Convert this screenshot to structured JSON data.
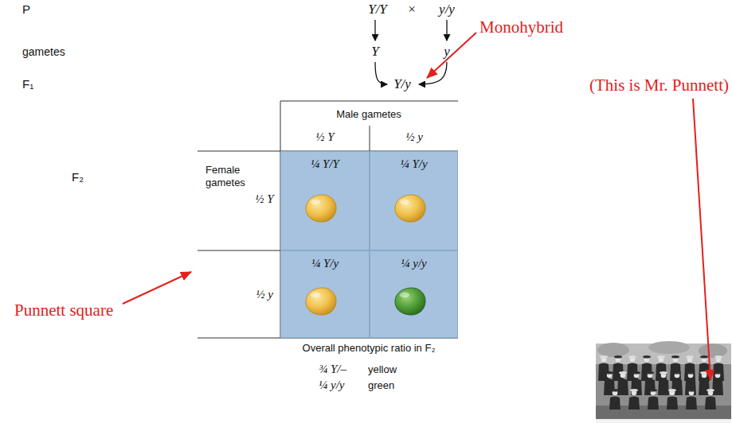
{
  "diagram": {
    "nodes": [
      {
        "text": [
          "¼ Y/Y"
        ]
      },
      {
        "text": [
          "¼ Y/y"
        ]
      },
      {
        "text": [
          "¼ Y/y"
        ]
      },
      {
        "text": [
          "¼ y/y"
        ]
      }
    ],
    "labels": [
      "P",
      "Y/Y",
      "×",
      "y/y",
      "gametes",
      "Y",
      "y",
      "Monohybrid",
      "F₁",
      "Y/y",
      "Male gametes",
      "½ Y",
      "½ y",
      "½ Y",
      "½ y",
      "F₂",
      "Female gametes",
      "(This is Mr. Punnett)",
      "Punnett square",
      "Overall phenotypic ratio in F₂",
      "¾ Y/–",
      "yellow",
      "¼ y/y",
      "green"
    ]
  }
}
